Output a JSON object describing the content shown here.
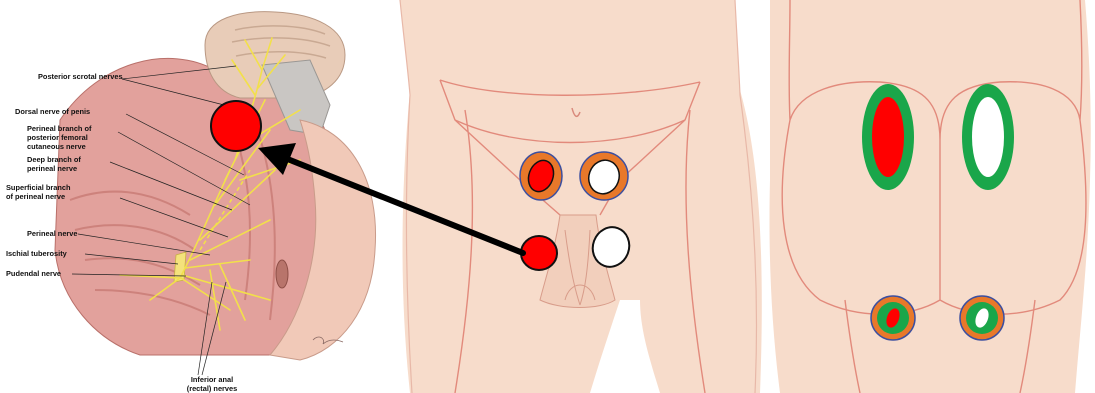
{
  "labels": {
    "posterior_scrotal": "Posterior scrotal nerves",
    "dorsal_nerve": "Dorsal nerve of penis",
    "perineal_branch_1": "Perineal branch of",
    "perineal_branch_2": "posterior femoral",
    "perineal_branch_3": "cutaneous nerve",
    "deep_branch_1": "Deep branch of",
    "deep_branch_2": "perineal nerve",
    "superficial_1": "Superficial branch",
    "superficial_2": "of perineal nerve",
    "perineal_nerve": "Perineal nerve",
    "ischial": "Ischial tuberosity",
    "pudendal": "Pudendal nerve",
    "inferior_anal_1": "Inferior anal",
    "inferior_anal_2": "(rectal) nerves"
  },
  "colors": {
    "marker_red": "#ff0000",
    "ring_orange": "#e8782a",
    "ring_green": "#1aa64a",
    "outline_blue": "#3c4fa0",
    "skin": "#f7dccb",
    "skin_line": "#e08a7c",
    "nerve": "#f0e04a",
    "muscle": "#d98a86"
  }
}
